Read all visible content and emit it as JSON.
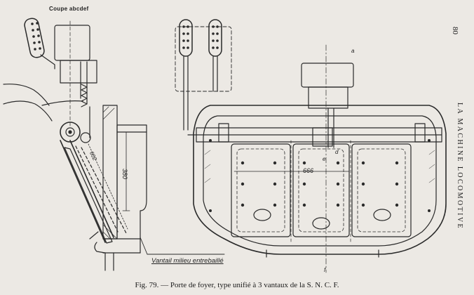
{
  "page": {
    "page_number": "80",
    "running_head": "LA MACHINE LOCOMOTIVE"
  },
  "figure": {
    "caption": "Fig. 79. — Porte de foyer, type unifié à 3 vantaux de la S. N. C. F.",
    "section_label": "Coupe abcdef",
    "annotation": "Vantail milieu entrebaillé",
    "dimensions": {
      "left_width": "380",
      "left_diagonal": "602",
      "front_width": "666"
    },
    "section_marks": {
      "top": "a",
      "bottom": "f",
      "inner_1": "d",
      "inner_2": "e"
    }
  }
}
